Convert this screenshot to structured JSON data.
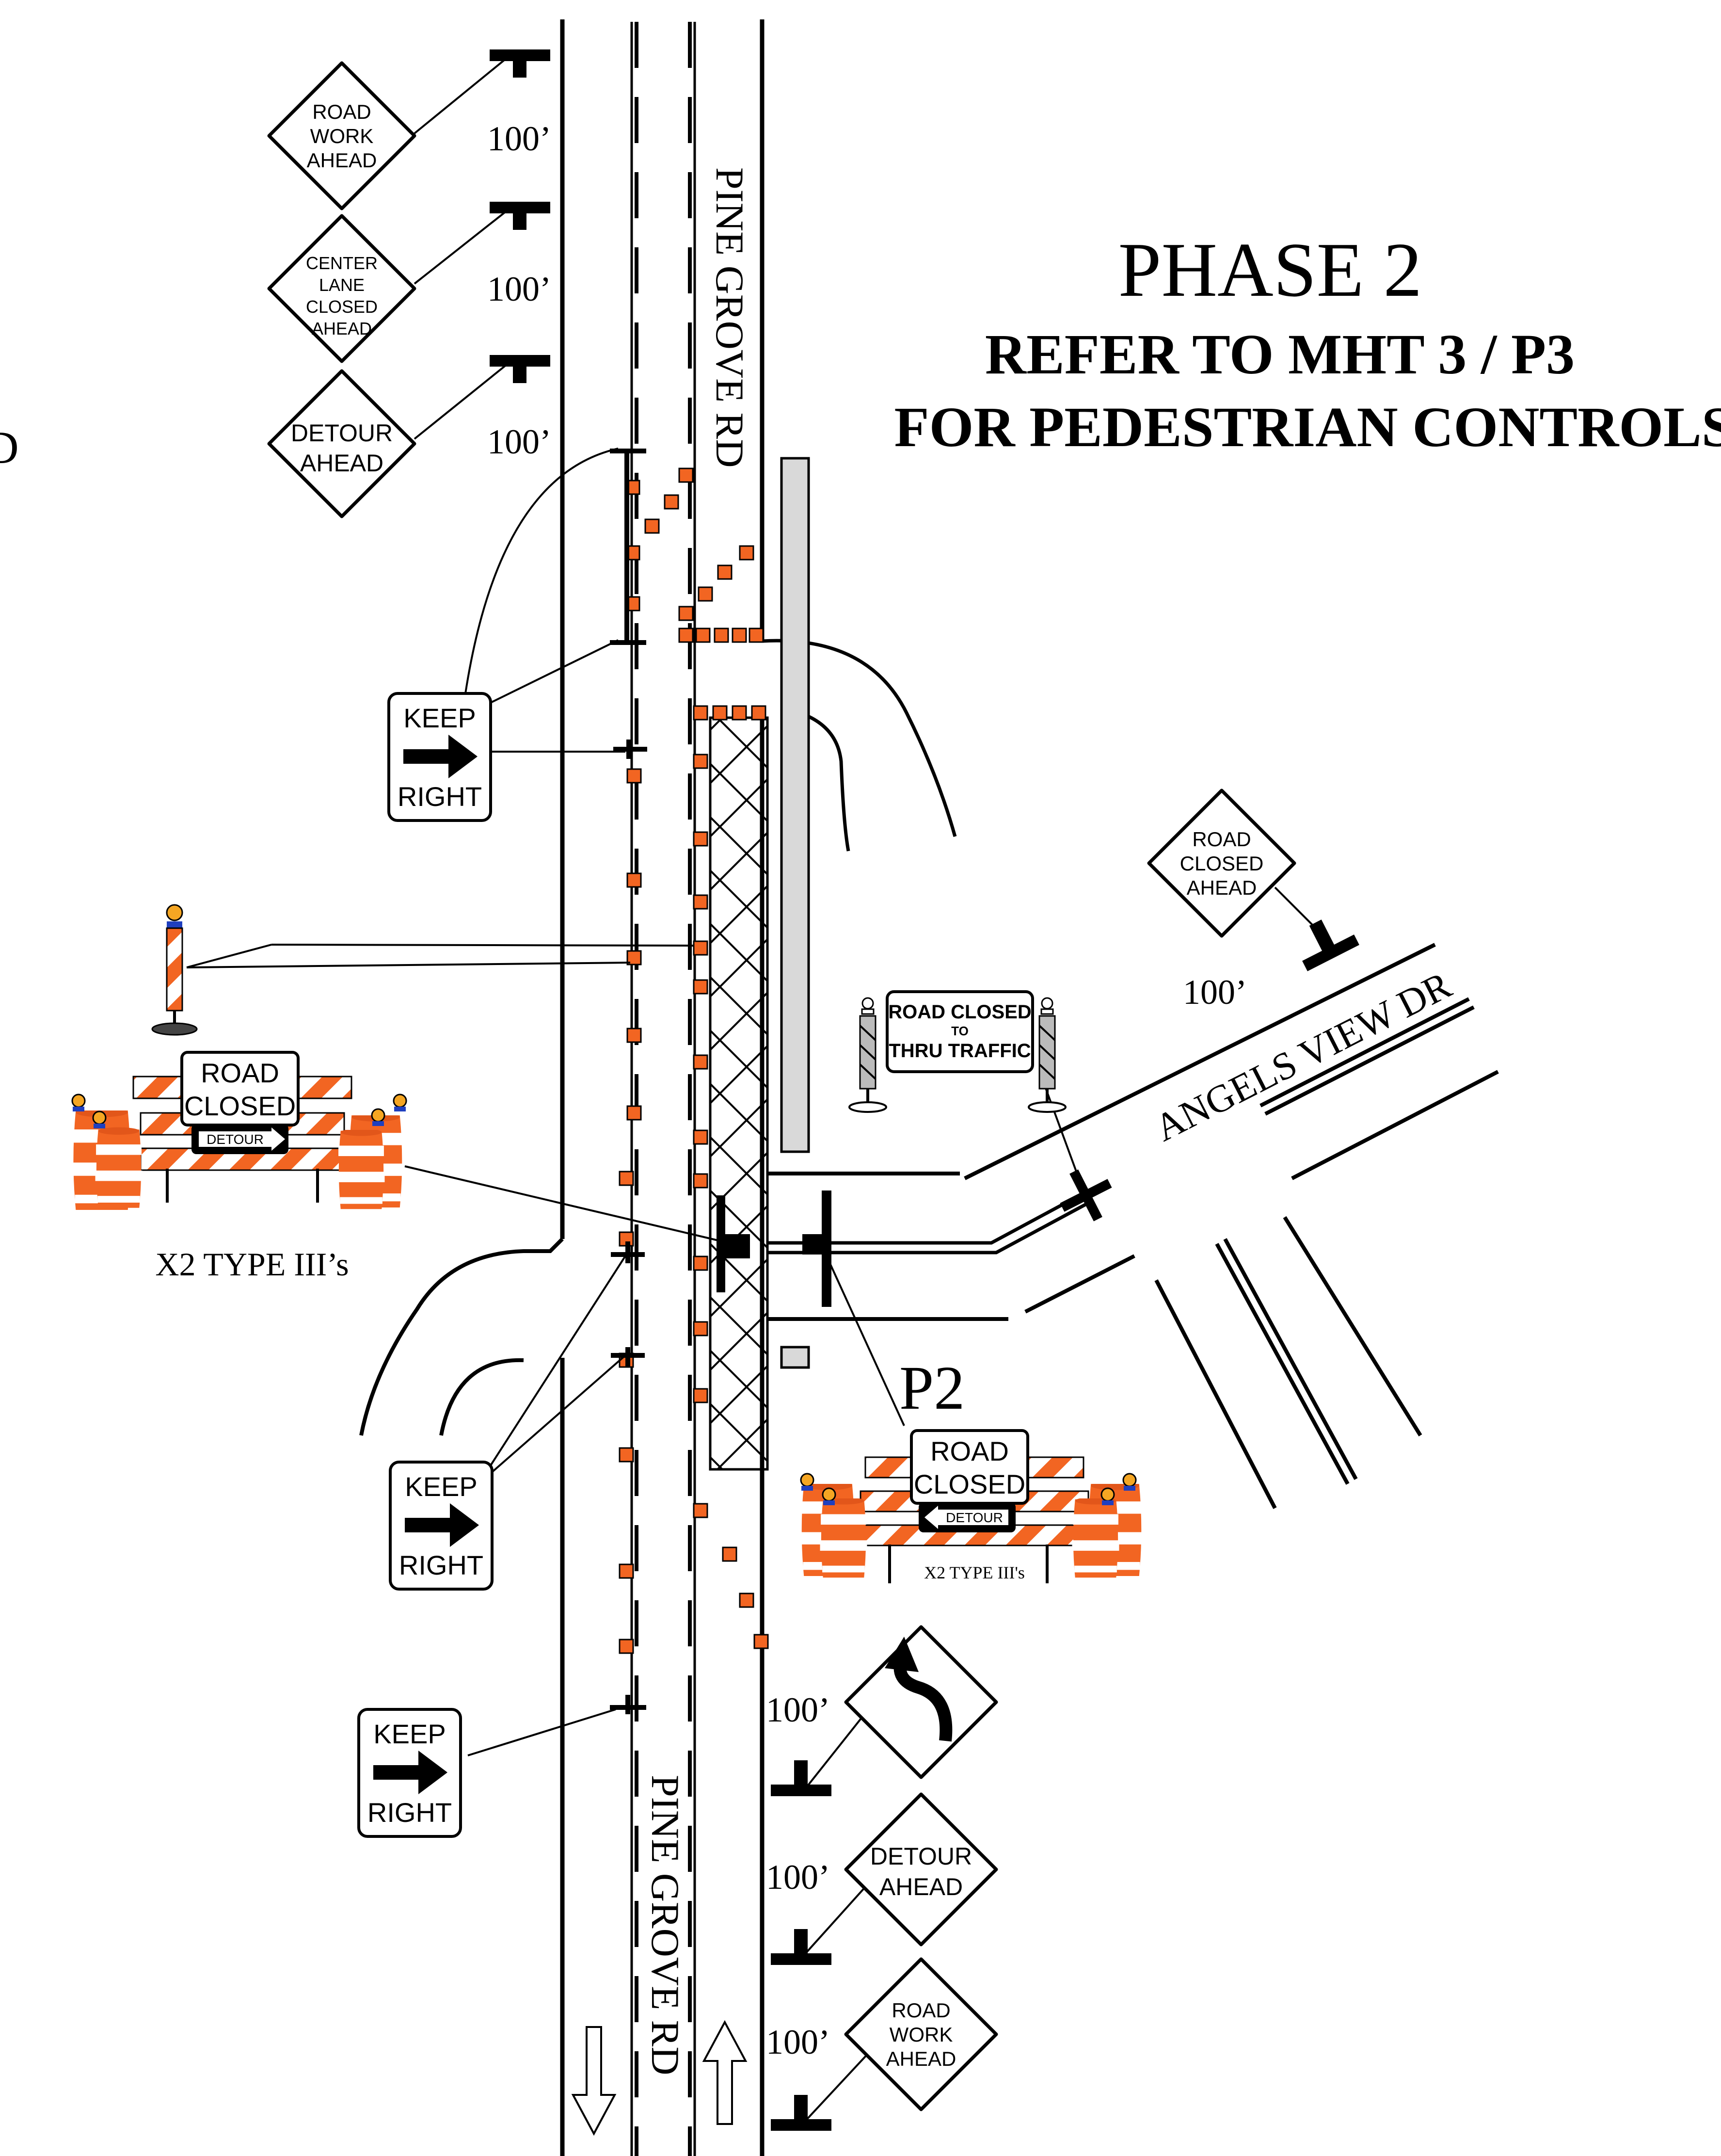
{
  "title": {
    "phase": "PHASE 2",
    "note_line1": "REFER TO MHT 3 / P3",
    "note_line2": "FOR PEDESTRIAN CONTROLS"
  },
  "edge_fragment": "D",
  "streets": {
    "main_north": "PINE GROVE RD",
    "main_south": "PINE GROVE RD",
    "cross": "ANGELS VIEW DR"
  },
  "spacing_label": "100’",
  "signs": {
    "road_work_ahead": [
      "ROAD",
      "WORK",
      "AHEAD"
    ],
    "center_lane_closed_ahead": [
      "CENTER",
      "LANE",
      "CLOSED",
      "AHEAD"
    ],
    "detour_ahead": [
      "DETOUR",
      "AHEAD"
    ],
    "road_closed_ahead": [
      "ROAD",
      "CLOSED",
      "AHEAD"
    ],
    "keep_right": [
      "KEEP",
      "RIGHT"
    ],
    "road_closed_thru_traffic": [
      "ROAD CLOSED",
      "TO",
      "THRU TRAFFIC"
    ],
    "road_closed": [
      "ROAD",
      "CLOSED"
    ],
    "detour_plate": "DETOUR"
  },
  "labels": {
    "type3_left": "X2 TYPE III’s",
    "type3_right": "X2 TYPE III's",
    "p2": "P2"
  },
  "colors": {
    "cone": "#f26522",
    "barrel_orange": "#f26522",
    "sidewalk": "#d9d9d9",
    "warning_light": "#f5a623",
    "strobe_blue": "#1f3fbf",
    "ink": "#000000"
  }
}
